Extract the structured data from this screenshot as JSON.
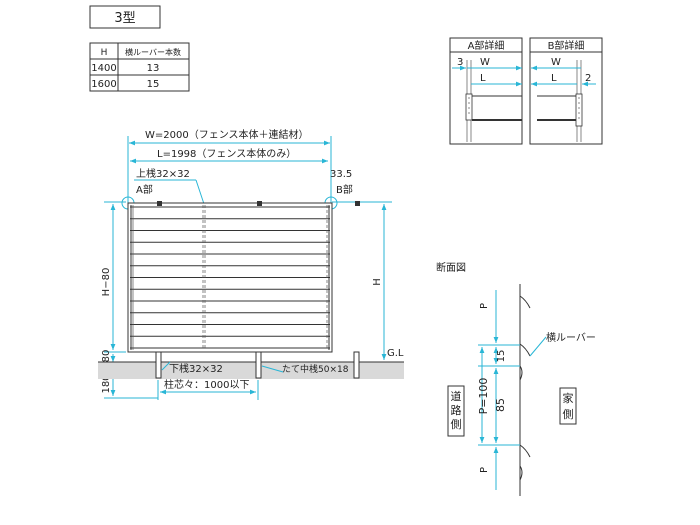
{
  "type_label": "3型",
  "table": {
    "headers": [
      "H",
      "横ルーバー本数"
    ],
    "rows": [
      [
        "1400",
        "13"
      ],
      [
        "1600",
        "15"
      ]
    ]
  },
  "detail_a": {
    "title": "A部詳細",
    "num": "3",
    "w": "W",
    "l": "L"
  },
  "detail_b": {
    "title": "B部詳細",
    "num": "2",
    "w": "W",
    "l": "L"
  },
  "dims": {
    "w_total": "W=2000（フェンス本体＋連結材）",
    "l_total": "L=1998（フェンス本体のみ）",
    "top_rail": "上桟32×32",
    "offset_b": "33.5",
    "part_a": "A部",
    "part_b": "B部",
    "h_minus": "H−80",
    "h": "H",
    "gap_80": "80",
    "depth_180": "180",
    "gl": "G.L",
    "bottom_rail": "下桟32×32",
    "mid_post": "たて中桟50×18",
    "post_pitch": "柱芯々：1000以下"
  },
  "section": {
    "title": "断面図",
    "p_label": "P",
    "louver_label": "横ルーバー",
    "dim_15": "15",
    "dim_85": "85",
    "pitch": "P=100",
    "road_side": "道路側",
    "house_side": "家側"
  },
  "colors": {
    "accent": "#29b6d6",
    "line": "#333333",
    "ground": "#d9d9d9"
  }
}
